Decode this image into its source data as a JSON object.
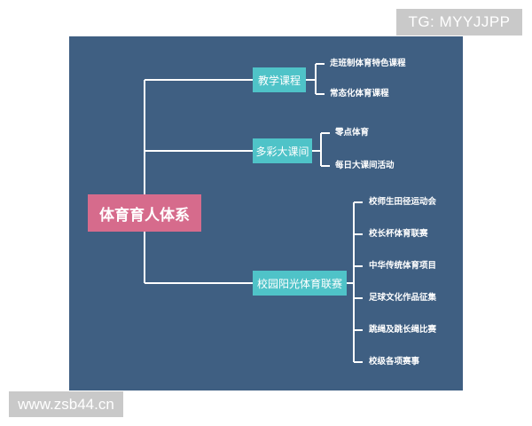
{
  "diagram": {
    "root": {
      "label": "体育育人体系"
    },
    "branches": [
      {
        "label": "教学课程",
        "children": [
          "走班制体育特色课程",
          "常态化体育课程"
        ]
      },
      {
        "label": "多彩大课间",
        "children": [
          "零点体育",
          "每日大课间活动"
        ]
      },
      {
        "label": "校园阳光体育联赛",
        "children": [
          "校师生田径运动会",
          "校长杯体育联赛",
          "中华传统体育项目",
          "足球文化作品征集",
          "跳绳及跳长绳比赛",
          "校级各项赛事"
        ]
      }
    ],
    "colors": {
      "panel": "#3f5f82",
      "root": "#d66b8c",
      "branch": "#4fc3c8",
      "line": "#ffffff"
    }
  },
  "watermarks": {
    "top": "TG: MYYJJPP",
    "bottom": "www.zsb44.cn"
  }
}
